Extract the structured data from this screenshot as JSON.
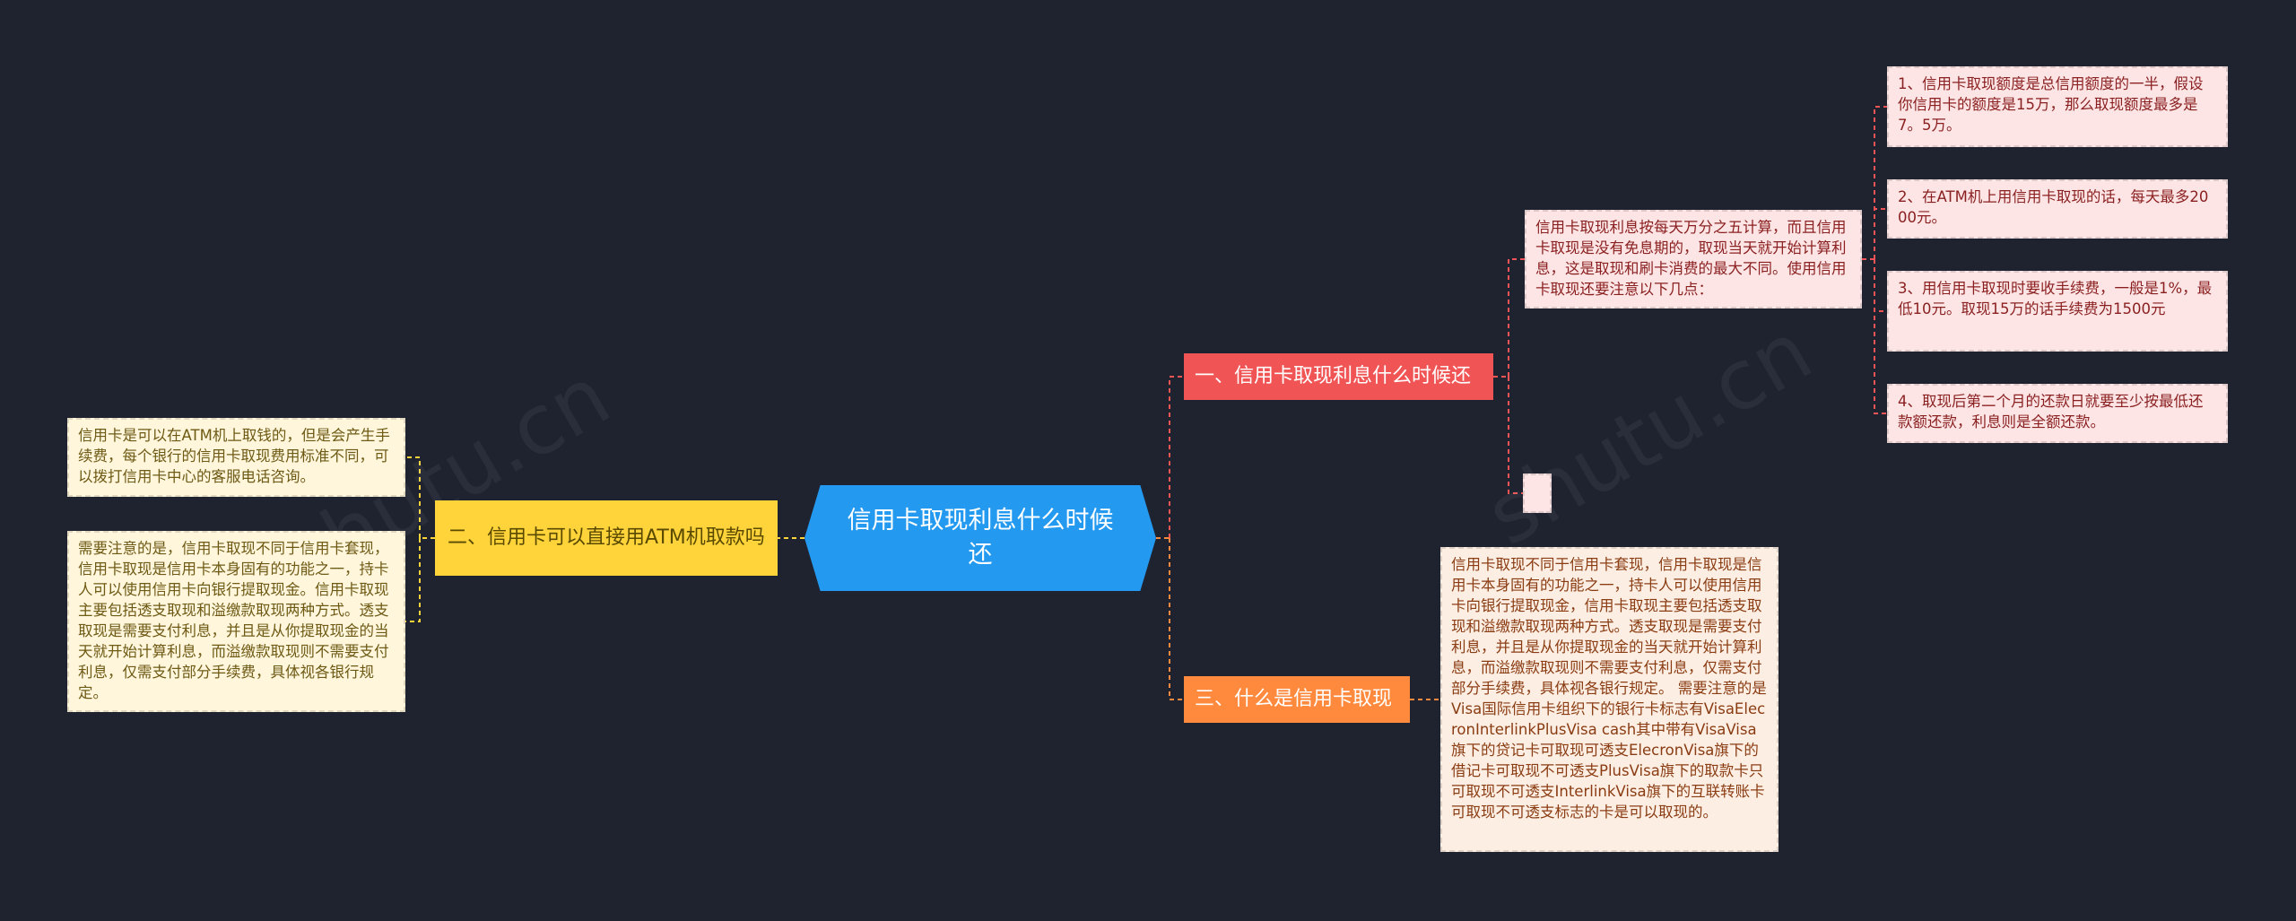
{
  "root": {
    "label": "信用卡取现利息什么时候还"
  },
  "branches": [
    {
      "label": "一、信用卡取现利息什么时候还",
      "color": "#f05454"
    },
    {
      "label": "二、信用卡可以直接用ATM机取款吗",
      "color": "#ffd43b"
    },
    {
      "label": "三、什么是信用卡取现",
      "color": "#ff8a3d"
    }
  ],
  "branch1": {
    "note": "信用卡取现利息按每天万分之五计算，而且信用卡取现是没有免息期的，取现当天就开始计算利息，这是取现和刷卡消费的最大不同。使用信用卡取现还要注意以下几点：",
    "points": [
      "1、信用卡取现额度是总信用额度的一半，假设你信用卡的额度是15万，那么取现额度最多是7。5万。",
      "2、在ATM机上用信用卡取现的话，每天最多2000元。",
      "3、用信用卡取现时要收手续费，一般是1%，最低10元。取现15万的话手续费为1500元",
      "4、取现后第二个月的还款日就要至少按最低还款额还款，利息则是全额还款。"
    ]
  },
  "branch2": {
    "items": [
      "信用卡是可以在ATM机上取钱的，但是会产生手续费，每个银行的信用卡取现费用标准不同，可以拨打信用卡中心的客服电话咨询。",
      "需要注意的是，信用卡取现不同于信用卡套现，信用卡取现是信用卡本身固有的功能之一，持卡人可以使用信用卡向银行提取现金。信用卡取现主要包括透支取现和溢缴款取现两种方式。透支取现是需要支付利息，并且是从你提取现金的当天就开始计算利息，而溢缴款取现则不需要支付利息，仅需支付部分手续费，具体视各银行规定。"
    ]
  },
  "branch3": {
    "text": "信用卡取现不同于信用卡套现，信用卡取现是信用卡本身固有的功能之一，持卡人可以使用信用卡向银行提取现金，信用卡取现主要包括透支取现和溢缴款取现两种方式。透支取现是需要支付利息，并且是从你提取现金的当天就开始计算利息，而溢缴款取现则不需要支付利息，仅需支付部分手续费，具体视各银行规定。 需要注意的是Visa国际信用卡组织下的银行卡标志有VisaElecronInterlinkPlusVisa cash其中带有VisaVisa旗下的贷记卡可取现可透支ElecronVisa旗下的借记卡可取现不可透支PlusVisa旗下的取款卡只可取现不可透支InterlinkVisa旗下的互联转账卡可取现不可透支标志的卡是可以取现的。"
  },
  "watermark": "shutu.cn",
  "colors": {
    "background": "#1f2330",
    "root": "#2399f0",
    "connector_red": "#f05454",
    "connector_yellow": "#ffd43b",
    "connector_orange": "#ff8a3d"
  }
}
